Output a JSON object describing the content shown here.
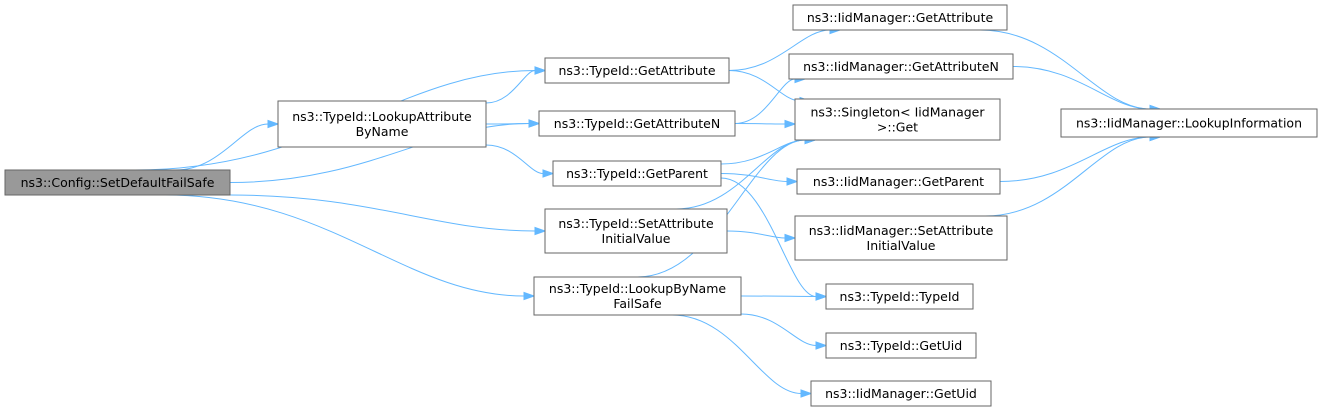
{
  "graph": {
    "nodes": [
      {
        "id": "setdefault",
        "lines": [
          "ns3::Config::SetDefaultFailSafe"
        ],
        "root": true
      },
      {
        "id": "lookupattr",
        "lines": [
          "ns3::TypeId::LookupAttribute",
          "ByName"
        ]
      },
      {
        "id": "getattribute",
        "lines": [
          "ns3::TypeId::GetAttribute"
        ]
      },
      {
        "id": "getattributen",
        "lines": [
          "ns3::TypeId::GetAttributeN"
        ]
      },
      {
        "id": "getparent",
        "lines": [
          "ns3::TypeId::GetParent"
        ]
      },
      {
        "id": "setattrinit",
        "lines": [
          "ns3::TypeId::SetAttribute",
          "InitialValue"
        ]
      },
      {
        "id": "lookupbyname",
        "lines": [
          "ns3::TypeId::LookupByName",
          "FailSafe"
        ]
      },
      {
        "id": "iid_getattribute",
        "lines": [
          "ns3::IidManager::GetAttribute"
        ]
      },
      {
        "id": "iid_getattributen",
        "lines": [
          "ns3::IidManager::GetAttributeN"
        ]
      },
      {
        "id": "singleton",
        "lines": [
          "ns3::Singleton< IidManager",
          " >::Get"
        ]
      },
      {
        "id": "iid_getparent",
        "lines": [
          "ns3::IidManager::GetParent"
        ]
      },
      {
        "id": "iid_setattrinit",
        "lines": [
          "ns3::IidManager::SetAttribute",
          "InitialValue"
        ]
      },
      {
        "id": "typeid_typeid",
        "lines": [
          "ns3::TypeId::TypeId"
        ]
      },
      {
        "id": "typeid_getuid",
        "lines": [
          "ns3::TypeId::GetUid"
        ]
      },
      {
        "id": "iid_getuid",
        "lines": [
          "ns3::IidManager::GetUid"
        ]
      },
      {
        "id": "lookupinfo",
        "lines": [
          "ns3::IidManager::LookupInformation"
        ]
      }
    ],
    "edges": [
      {
        "from": "setdefault",
        "to": "getattribute"
      },
      {
        "from": "setdefault",
        "to": "lookupattr"
      },
      {
        "from": "setdefault",
        "to": "getattributen"
      },
      {
        "from": "setdefault",
        "to": "setattrinit"
      },
      {
        "from": "setdefault",
        "to": "lookupbyname"
      },
      {
        "from": "lookupattr",
        "to": "getattribute"
      },
      {
        "from": "lookupattr",
        "to": "getattributen"
      },
      {
        "from": "lookupattr",
        "to": "getparent"
      },
      {
        "from": "getattribute",
        "to": "iid_getattribute"
      },
      {
        "from": "getattribute",
        "to": "singleton"
      },
      {
        "from": "getattributen",
        "to": "iid_getattributen"
      },
      {
        "from": "getattributen",
        "to": "singleton"
      },
      {
        "from": "getparent",
        "to": "singleton"
      },
      {
        "from": "getparent",
        "to": "iid_getparent"
      },
      {
        "from": "getparent",
        "to": "typeid_typeid"
      },
      {
        "from": "setattrinit",
        "to": "singleton"
      },
      {
        "from": "setattrinit",
        "to": "iid_setattrinit"
      },
      {
        "from": "lookupbyname",
        "to": "singleton"
      },
      {
        "from": "lookupbyname",
        "to": "typeid_typeid"
      },
      {
        "from": "lookupbyname",
        "to": "typeid_getuid"
      },
      {
        "from": "lookupbyname",
        "to": "iid_getuid"
      },
      {
        "from": "iid_getattribute",
        "to": "lookupinfo"
      },
      {
        "from": "iid_getattributen",
        "to": "lookupinfo"
      },
      {
        "from": "iid_getparent",
        "to": "lookupinfo"
      },
      {
        "from": "iid_setattrinit",
        "to": "lookupinfo"
      }
    ]
  }
}
